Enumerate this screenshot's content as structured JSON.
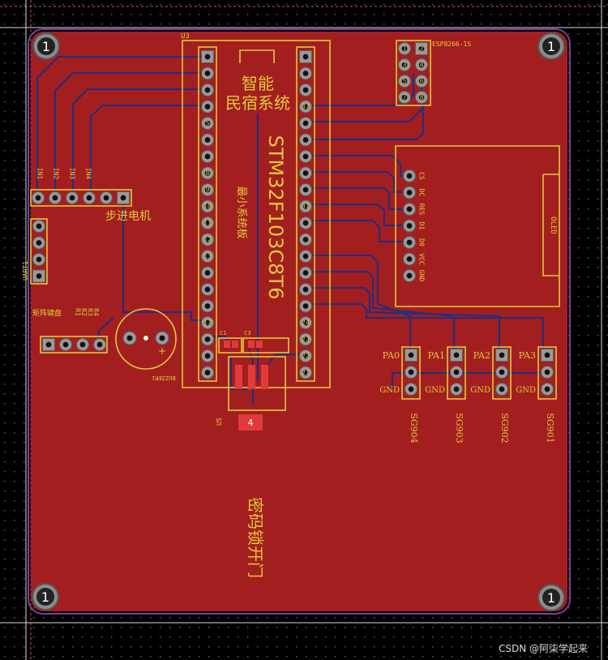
{
  "board": {
    "bg_color": "#000000",
    "copper_color": "#a31f1f",
    "silk_color": "#e3c93a",
    "trace_color": "#2a2c7a",
    "outline_color": "#7c3e9c",
    "mount_hole_label": "1"
  },
  "mcu": {
    "designator": "U3",
    "part": "STM32F103C8T6",
    "title_line1": "智能",
    "title_line2": "民宿系统",
    "subtitle": "最小系统板",
    "left_pin_labels": [
      "",
      "",
      "",
      "",
      "5",
      "",
      "",
      "8",
      "9",
      "10",
      "11",
      "12",
      "13",
      "",
      "",
      "",
      "17",
      "",
      "",
      ""
    ],
    "right_pin_labels": [
      "",
      "",
      "",
      "37",
      "",
      "",
      "",
      "",
      "",
      "31",
      "",
      "",
      "",
      "",
      "",
      "",
      "24",
      "23",
      "22",
      "21"
    ]
  },
  "esp": {
    "designator": "ESP8266-1S",
    "pin_labels": [
      "1",
      "2",
      "3",
      "4",
      "5",
      "6",
      "7",
      "8"
    ]
  },
  "oled": {
    "designator": "OLED",
    "pin_labels": [
      "CS",
      "DC",
      "RES",
      "D1",
      "D0",
      "VCC",
      "GND"
    ]
  },
  "stepper": {
    "label": "步进电机",
    "pin_labels": [
      "IN1",
      "IN2",
      "IN3",
      "IN4"
    ]
  },
  "uart": {
    "designator": "UART1"
  },
  "keypad": {
    "label": "矩阵键盘",
    "pin_labels": [
      "R1",
      "R2",
      "R3",
      "R4"
    ]
  },
  "buzzer": {
    "designator": "BUZZER1",
    "plus": "+"
  },
  "caps": [
    "C1",
    "C3"
  ],
  "regulator": {
    "designator": "U5",
    "pad": "4"
  },
  "sg_modules": [
    {
      "port": "PA0",
      "designator": "SG904",
      "gnd": "GND"
    },
    {
      "port": "PA1",
      "designator": "SG903",
      "gnd": "GND"
    },
    {
      "port": "PA2",
      "designator": "SG902",
      "gnd": "GND"
    },
    {
      "port": "PA3",
      "designator": "SG901",
      "gnd": "GND"
    }
  ],
  "lock_label": "密码锁开门",
  "watermark": "CSDN @阿柒学起来"
}
